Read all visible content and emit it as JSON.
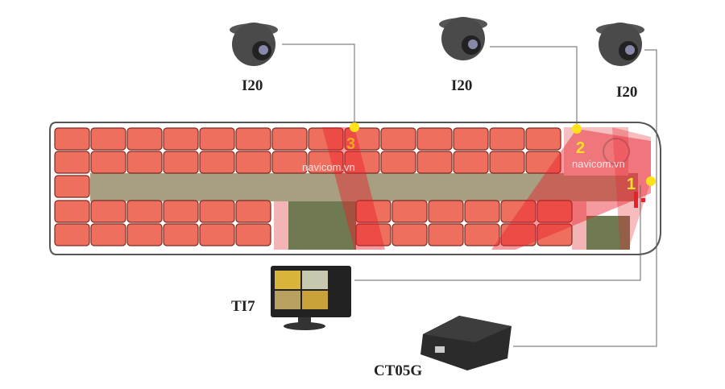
{
  "cameras": [
    {
      "model": "I20",
      "number": "3"
    },
    {
      "model": "I20",
      "number": "2"
    },
    {
      "model": "I20",
      "number": "1"
    }
  ],
  "monitor": {
    "model": "TI7"
  },
  "recorder": {
    "model": "CT05G"
  },
  "watermark": "navicom.vn",
  "colors": {
    "seat": "#ee6f5e",
    "seat_border": "#7a2b22",
    "floor": "#a89e80",
    "cover": "#e8202a",
    "marker": "#ffe21a",
    "step": "#6f7a52"
  }
}
